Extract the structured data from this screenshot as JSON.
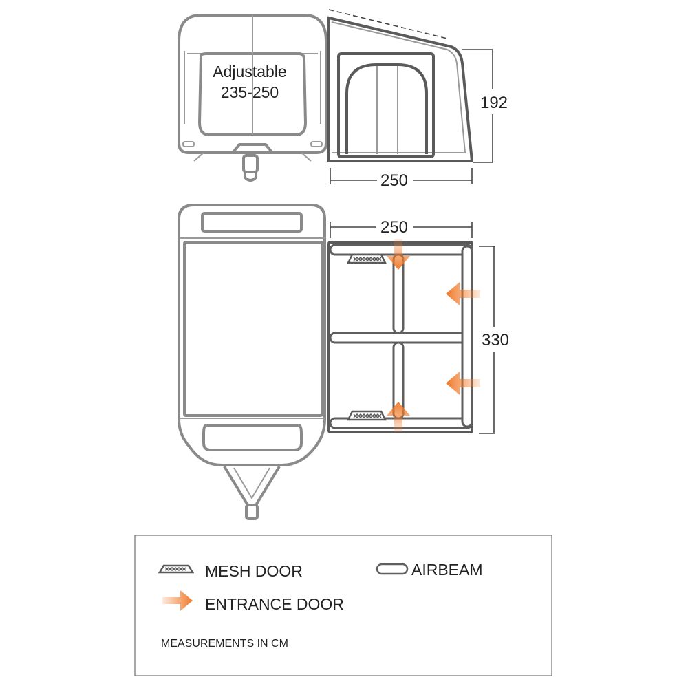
{
  "front_view": {
    "adjustable_label": "Adjustable",
    "adjustable_range": "235-250",
    "height_label": "192",
    "width_label": "250"
  },
  "plan_view": {
    "width_label": "250",
    "depth_label": "330"
  },
  "legend": {
    "mesh_door": "MESH DOOR",
    "airbeam": "AIRBEAM",
    "entrance_door": "ENTRANCE DOOR",
    "note": "MEASUREMENTS IN CM"
  },
  "colors": {
    "entrance_arrow": "#f07a2a",
    "airbeam_outline": "#5f5f5f",
    "caravan_outline": "#8a8a8a",
    "dimension_line": "#444444"
  },
  "icons": {
    "mesh_door": "mesh-door-icon",
    "airbeam": "airbeam-icon",
    "entrance_door": "entrance-arrow-icon"
  }
}
